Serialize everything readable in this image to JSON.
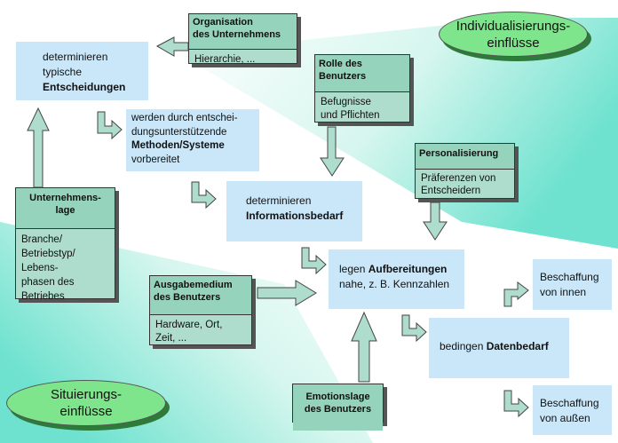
{
  "colors": {
    "light_box": "#c9e7f9",
    "green_box": "#aedccd",
    "green_header": "#96d3bd",
    "ellipse": "#7fe58c",
    "arrow_fill": "#aedccd"
  },
  "ellipses": {
    "individual": "Individualisierungs-\neinflüsse",
    "situation": "Situierungs-\neinflüsse"
  },
  "flow": {
    "determinieren_entscheidungen": {
      "line1": "determinieren",
      "line2": "typische",
      "bold": "Entscheidungen"
    },
    "werden_vorbereitet": {
      "line1": "werden durch entschei-",
      "line2": "dungsunterstützende",
      "bold": "Methoden/Systeme",
      "line4": "vorbereitet"
    },
    "informationsbedarf": {
      "line1": "determinieren",
      "bold": "Informationsbedarf"
    },
    "aufbereitungen": {
      "pre": "legen ",
      "bold": "Aufbereitungen",
      "line2": "nahe, z. B. Kennzahlen"
    },
    "datenbedarf": {
      "pre": "bedingen ",
      "bold": "Datenbedarf"
    },
    "beschaffung_innen": {
      "line1": "Beschaffung",
      "line2": "von innen"
    },
    "beschaffung_aussen": {
      "line1": "Beschaffung",
      "line2": "von außen"
    }
  },
  "factors": {
    "organisation": {
      "header": "Organisation\ndes Unternehmens",
      "body": "Hierarchie, ..."
    },
    "rolle": {
      "header": "Rolle des\nBenutzers",
      "body": "Befugnisse\nund Pflichten"
    },
    "personalisierung": {
      "header": "Personalisierung",
      "body": "Präferenzen von\nEntscheidern"
    },
    "unternehmenslage": {
      "header": "Unternehmens-\nlage",
      "body": "Branche/\nBetriebstyp/\nLebens-\nphasen des\nBetriebes"
    },
    "ausgabemedium": {
      "header": "Ausgabemedium\ndes Benutzers",
      "body": "Hardware, Ort,\nZeit, ..."
    },
    "emotionslage": {
      "header": "Emotionslage\ndes Benutzers",
      "body": ""
    }
  }
}
